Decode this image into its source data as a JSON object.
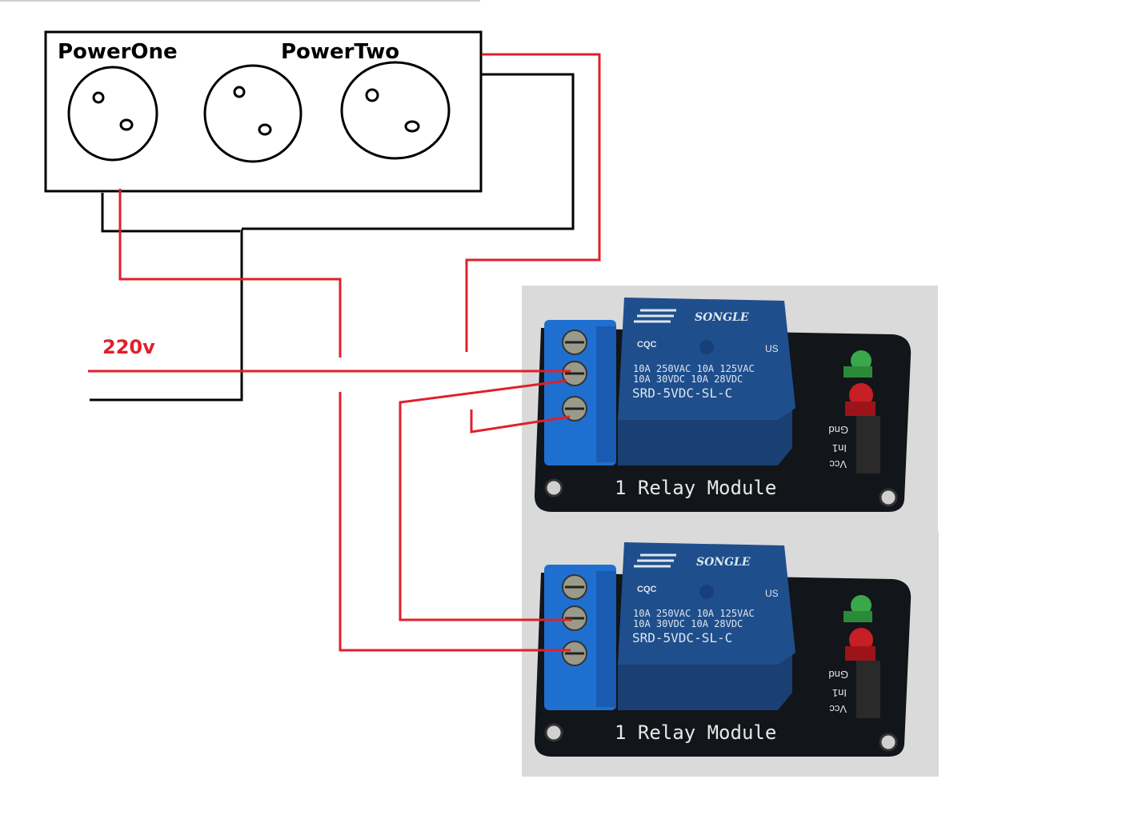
{
  "power_strip": {
    "label_one": "PowerOne",
    "label_two": "PowerTwo"
  },
  "supply": {
    "voltage_label": "220v"
  },
  "relays": [
    {
      "brand": "SONGLE",
      "rating_line_1": "10A 250VAC  10A 125VAC",
      "rating_line_2": "10A  30VDC  10A  28VDC",
      "model": "SRD-5VDC-SL-C",
      "board_label": "1 Relay Module",
      "cert_left": "CQC",
      "cert_right": "US",
      "pin_gnd": "Gnd",
      "pin_in1": "In1",
      "pin_vcc": "Vcc"
    },
    {
      "brand": "SONGLE",
      "rating_line_1": "10A 250VAC  10A 125VAC",
      "rating_line_2": "10A  30VDC  10A  28VDC",
      "model": "SRD-5VDC-SL-C",
      "board_label": "1 Relay Module",
      "cert_left": "CQC",
      "cert_right": "US",
      "pin_gnd": "Gnd",
      "pin_in1": "In1",
      "pin_vcc": "Vcc"
    }
  ],
  "colors": {
    "live_wire": "#e0202a",
    "neutral_wire": "#000000",
    "relay_blue": "#1f4e8c",
    "terminal_blue": "#1f6fd1",
    "pcb": "#111418",
    "photo_bg": "#d9dad9"
  }
}
